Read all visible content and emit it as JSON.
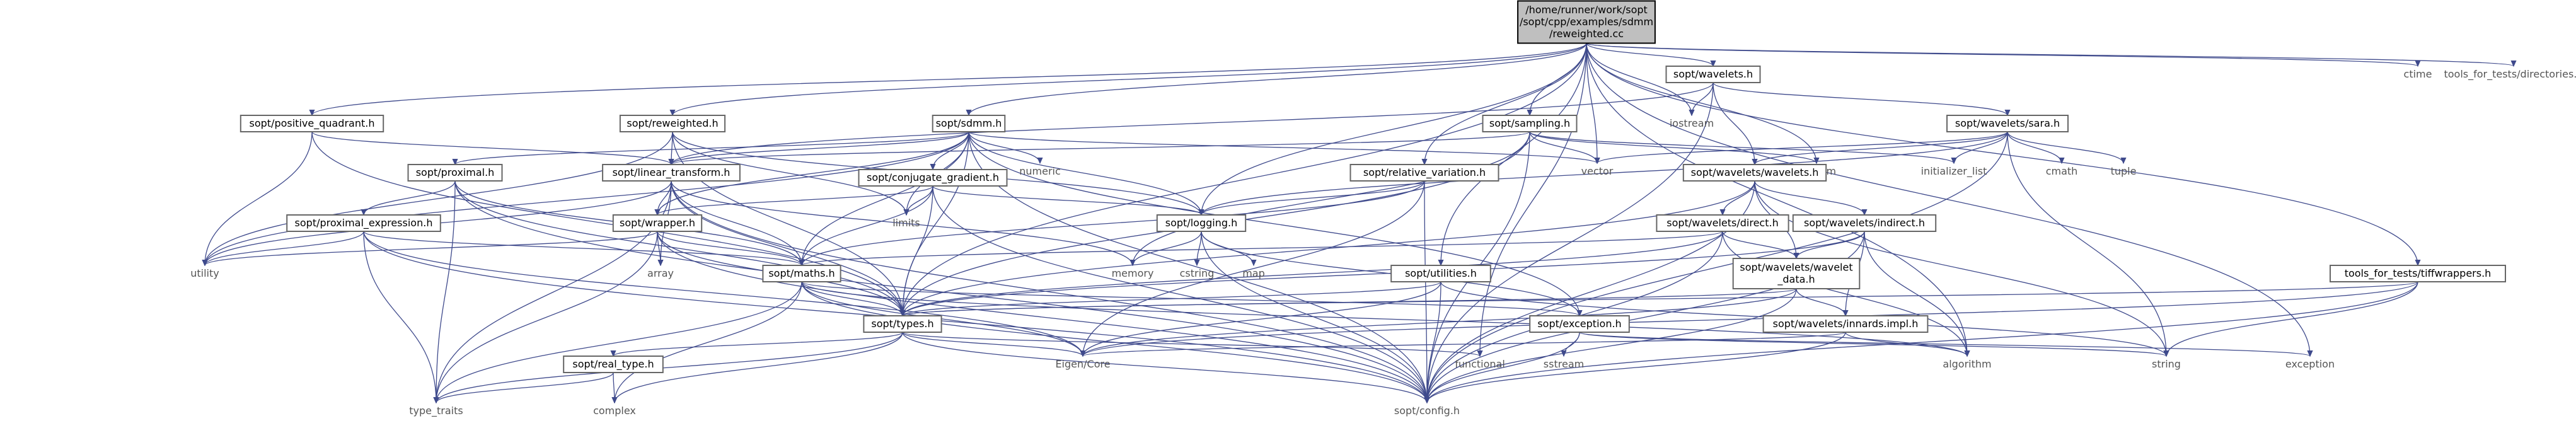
{
  "root": {
    "id": "root",
    "lines": [
      "/home/runner/work/sopt",
      "/sopt/cpp/examples/sdmm",
      "/reweighted.cc"
    ]
  },
  "nodes": [
    {
      "id": "wavelets",
      "label": "sopt/wavelets.h",
      "boxed": true
    },
    {
      "id": "ctime",
      "label": "ctime",
      "boxed": false
    },
    {
      "id": "tools_dirs",
      "label": "tools_for_tests/directories.h",
      "boxed": false
    },
    {
      "id": "positive_quadrant",
      "label": "sopt/positive_quadrant.h",
      "boxed": true
    },
    {
      "id": "reweighted",
      "label": "sopt/reweighted.h",
      "boxed": true
    },
    {
      "id": "sdmm",
      "label": "sopt/sdmm.h",
      "boxed": true
    },
    {
      "id": "sampling",
      "label": "sopt/sampling.h",
      "boxed": true
    },
    {
      "id": "iostream",
      "label": "iostream",
      "boxed": false
    },
    {
      "id": "sara",
      "label": "sopt/wavelets/sara.h",
      "boxed": true
    },
    {
      "id": "numeric",
      "label": "numeric",
      "boxed": false
    },
    {
      "id": "vector",
      "label": "vector",
      "boxed": false
    },
    {
      "id": "random",
      "label": "random",
      "boxed": false
    },
    {
      "id": "initializer_list",
      "label": "initializer_list",
      "boxed": false
    },
    {
      "id": "cmath",
      "label": "cmath",
      "boxed": false
    },
    {
      "id": "tuple",
      "label": "tuple",
      "boxed": false
    },
    {
      "id": "proximal",
      "label": "sopt/proximal.h",
      "boxed": true
    },
    {
      "id": "linear_transform",
      "label": "sopt/linear_transform.h",
      "boxed": true
    },
    {
      "id": "conjugate_gradient",
      "label": "sopt/conjugate_gradient.h",
      "boxed": true
    },
    {
      "id": "relative_variation",
      "label": "sopt/relative_variation.h",
      "boxed": true
    },
    {
      "id": "wavelets_wavelets",
      "label": "sopt/wavelets/wavelets.h",
      "boxed": true
    },
    {
      "id": "proximal_expression",
      "label": "sopt/proximal_expression.h",
      "boxed": true
    },
    {
      "id": "wrapper",
      "label": "sopt/wrapper.h",
      "boxed": true
    },
    {
      "id": "limits",
      "label": "limits",
      "boxed": false
    },
    {
      "id": "logging",
      "label": "sopt/logging.h",
      "boxed": true
    },
    {
      "id": "direct",
      "label": "sopt/wavelets/direct.h",
      "boxed": true
    },
    {
      "id": "indirect",
      "label": "sopt/wavelets/indirect.h",
      "boxed": true
    },
    {
      "id": "utility",
      "label": "utility",
      "boxed": false
    },
    {
      "id": "array",
      "label": "array",
      "boxed": false
    },
    {
      "id": "memory",
      "label": "memory",
      "boxed": false
    },
    {
      "id": "cstring",
      "label": "cstring",
      "boxed": false
    },
    {
      "id": "map",
      "label": "map",
      "boxed": false
    },
    {
      "id": "maths",
      "label": "sopt/maths.h",
      "boxed": true
    },
    {
      "id": "utilities",
      "label": "sopt/utilities.h",
      "boxed": true
    },
    {
      "id": "wavelet_data",
      "label": "sopt/wavelets/wavelet\n_data.h",
      "boxed": true
    },
    {
      "id": "tiffwrappers",
      "label": "tools_for_tests/tiffwrappers.h",
      "boxed": true
    },
    {
      "id": "types",
      "label": "sopt/types.h",
      "boxed": true
    },
    {
      "id": "exception",
      "label": "sopt/exception.h",
      "boxed": true
    },
    {
      "id": "innards",
      "label": "sopt/wavelets/innards.impl.h",
      "boxed": true
    },
    {
      "id": "real_type",
      "label": "sopt/real_type.h",
      "boxed": true
    },
    {
      "id": "sstream",
      "label": "sstream",
      "boxed": false
    },
    {
      "id": "eigen_core",
      "label": "Eigen/Core",
      "boxed": false
    },
    {
      "id": "functional",
      "label": "functional",
      "boxed": false
    },
    {
      "id": "algorithm",
      "label": "algorithm",
      "boxed": false
    },
    {
      "id": "string",
      "label": "string",
      "boxed": false
    },
    {
      "id": "exception_std",
      "label": "exception",
      "boxed": false
    },
    {
      "id": "type_traits",
      "label": "type_traits",
      "boxed": false
    },
    {
      "id": "complex",
      "label": "complex",
      "boxed": false
    },
    {
      "id": "config",
      "label": "sopt/config.h",
      "boxed": false
    }
  ],
  "edges": [
    [
      "root",
      "wavelets"
    ],
    [
      "root",
      "ctime"
    ],
    [
      "root",
      "tools_dirs"
    ],
    [
      "root",
      "positive_quadrant"
    ],
    [
      "root",
      "reweighted"
    ],
    [
      "root",
      "sdmm"
    ],
    [
      "root",
      "sampling"
    ],
    [
      "root",
      "iostream"
    ],
    [
      "root",
      "vector"
    ],
    [
      "root",
      "random"
    ],
    [
      "root",
      "relative_variation"
    ],
    [
      "root",
      "logging"
    ],
    [
      "root",
      "utilities"
    ],
    [
      "root",
      "tiffwrappers"
    ],
    [
      "root",
      "types"
    ],
    [
      "root",
      "algorithm"
    ],
    [
      "root",
      "exception_std"
    ],
    [
      "root",
      "functional"
    ],
    [
      "wavelets",
      "iostream"
    ],
    [
      "wavelets",
      "sara"
    ],
    [
      "wavelets",
      "wavelets_wavelets"
    ],
    [
      "wavelets",
      "config"
    ],
    [
      "wavelets",
      "linear_transform"
    ],
    [
      "positive_quadrant",
      "linear_transform"
    ],
    [
      "positive_quadrant",
      "types"
    ],
    [
      "positive_quadrant",
      "utility"
    ],
    [
      "reweighted",
      "linear_transform"
    ],
    [
      "reweighted",
      "types"
    ],
    [
      "reweighted",
      "logging"
    ],
    [
      "reweighted",
      "limits"
    ],
    [
      "reweighted",
      "utility"
    ],
    [
      "sdmm",
      "proximal"
    ],
    [
      "sdmm",
      "linear_transform"
    ],
    [
      "sdmm",
      "conjugate_gradient"
    ],
    [
      "sdmm",
      "logging"
    ],
    [
      "sdmm",
      "types"
    ],
    [
      "sdmm",
      "exception"
    ],
    [
      "sdmm",
      "numeric"
    ],
    [
      "sdmm",
      "vector"
    ],
    [
      "sdmm",
      "utility"
    ],
    [
      "sdmm",
      "limits"
    ],
    [
      "sdmm",
      "wrapper"
    ],
    [
      "sdmm",
      "maths"
    ],
    [
      "sdmm",
      "config"
    ],
    [
      "sampling",
      "linear_transform"
    ],
    [
      "sampling",
      "vector"
    ],
    [
      "sampling",
      "random"
    ],
    [
      "sampling",
      "initializer_list"
    ],
    [
      "sampling",
      "types"
    ],
    [
      "sampling",
      "config"
    ],
    [
      "sampling",
      "memory"
    ],
    [
      "sara",
      "vector"
    ],
    [
      "sara",
      "initializer_list"
    ],
    [
      "sara",
      "cmath"
    ],
    [
      "sara",
      "tuple"
    ],
    [
      "sara",
      "wavelets_wavelets"
    ],
    [
      "sara",
      "logging"
    ],
    [
      "sara",
      "string"
    ],
    [
      "sara",
      "config"
    ],
    [
      "proximal",
      "proximal_expression"
    ],
    [
      "proximal",
      "maths"
    ],
    [
      "proximal",
      "types"
    ],
    [
      "proximal",
      "config"
    ],
    [
      "proximal",
      "type_traits"
    ],
    [
      "linear_transform",
      "wrapper"
    ],
    [
      "linear_transform",
      "maths"
    ],
    [
      "linear_transform",
      "types"
    ],
    [
      "linear_transform",
      "array"
    ],
    [
      "linear_transform",
      "memory"
    ],
    [
      "linear_transform",
      "type_traits"
    ],
    [
      "linear_transform",
      "utility"
    ],
    [
      "linear_transform",
      "config"
    ],
    [
      "conjugate_gradient",
      "logging"
    ],
    [
      "conjugate_gradient",
      "maths"
    ],
    [
      "conjugate_gradient",
      "types"
    ],
    [
      "conjugate_gradient",
      "wrapper"
    ],
    [
      "conjugate_gradient",
      "limits"
    ],
    [
      "conjugate_gradient",
      "config"
    ],
    [
      "relative_variation",
      "logging"
    ],
    [
      "relative_variation",
      "maths"
    ],
    [
      "relative_variation",
      "eigen_core"
    ],
    [
      "relative_variation",
      "config"
    ],
    [
      "wavelets_wavelets",
      "direct"
    ],
    [
      "wavelets_wavelets",
      "indirect"
    ],
    [
      "wavelets_wavelets",
      "wavelet_data"
    ],
    [
      "wavelets_wavelets",
      "types"
    ],
    [
      "wavelets_wavelets",
      "config"
    ],
    [
      "wavelets_wavelets",
      "string"
    ],
    [
      "proximal_expression",
      "maths"
    ],
    [
      "proximal_expression",
      "utility"
    ],
    [
      "proximal_expression",
      "type_traits"
    ],
    [
      "proximal_expression",
      "eigen_core"
    ],
    [
      "proximal_expression",
      "config"
    ],
    [
      "wrapper",
      "maths"
    ],
    [
      "wrapper",
      "types"
    ],
    [
      "wrapper",
      "array"
    ],
    [
      "wrapper",
      "utility"
    ],
    [
      "wrapper",
      "type_traits"
    ],
    [
      "wrapper",
      "config"
    ],
    [
      "logging",
      "cstring"
    ],
    [
      "logging",
      "map"
    ],
    [
      "logging",
      "memory"
    ],
    [
      "logging",
      "exception"
    ],
    [
      "logging",
      "config"
    ],
    [
      "direct",
      "wavelet_data"
    ],
    [
      "direct",
      "types"
    ],
    [
      "direct",
      "algorithm"
    ],
    [
      "direct",
      "config"
    ],
    [
      "direct",
      "maths"
    ],
    [
      "indirect",
      "wavelet_data"
    ],
    [
      "indirect",
      "innards"
    ],
    [
      "indirect",
      "types"
    ],
    [
      "indirect",
      "algorithm"
    ],
    [
      "indirect",
      "config"
    ],
    [
      "maths",
      "types"
    ],
    [
      "maths",
      "exception"
    ],
    [
      "maths",
      "eigen_core"
    ],
    [
      "maths",
      "algorithm"
    ],
    [
      "maths",
      "complex"
    ],
    [
      "maths",
      "type_traits"
    ],
    [
      "maths",
      "config"
    ],
    [
      "utilities",
      "types"
    ],
    [
      "utilities",
      "string"
    ],
    [
      "utilities",
      "eigen_core"
    ],
    [
      "utilities",
      "config"
    ],
    [
      "wavelet_data",
      "innards"
    ],
    [
      "wavelet_data",
      "types"
    ],
    [
      "wavelet_data",
      "config"
    ],
    [
      "wavelet_data",
      "eigen_core"
    ],
    [
      "tiffwrappers",
      "types"
    ],
    [
      "tiffwrappers",
      "string"
    ],
    [
      "tiffwrappers",
      "config"
    ],
    [
      "tiffwrappers",
      "eigen_core"
    ],
    [
      "types",
      "real_type"
    ],
    [
      "types",
      "eigen_core"
    ],
    [
      "types",
      "complex"
    ],
    [
      "types",
      "type_traits"
    ],
    [
      "types",
      "config"
    ],
    [
      "types",
      "functional"
    ],
    [
      "exception",
      "sstream"
    ],
    [
      "exception",
      "string"
    ],
    [
      "exception",
      "exception_std"
    ],
    [
      "exception",
      "config"
    ],
    [
      "innards",
      "algorithm"
    ],
    [
      "innards",
      "eigen_core"
    ],
    [
      "innards",
      "config"
    ],
    [
      "real_type",
      "complex"
    ],
    [
      "real_type",
      "type_traits"
    ]
  ]
}
